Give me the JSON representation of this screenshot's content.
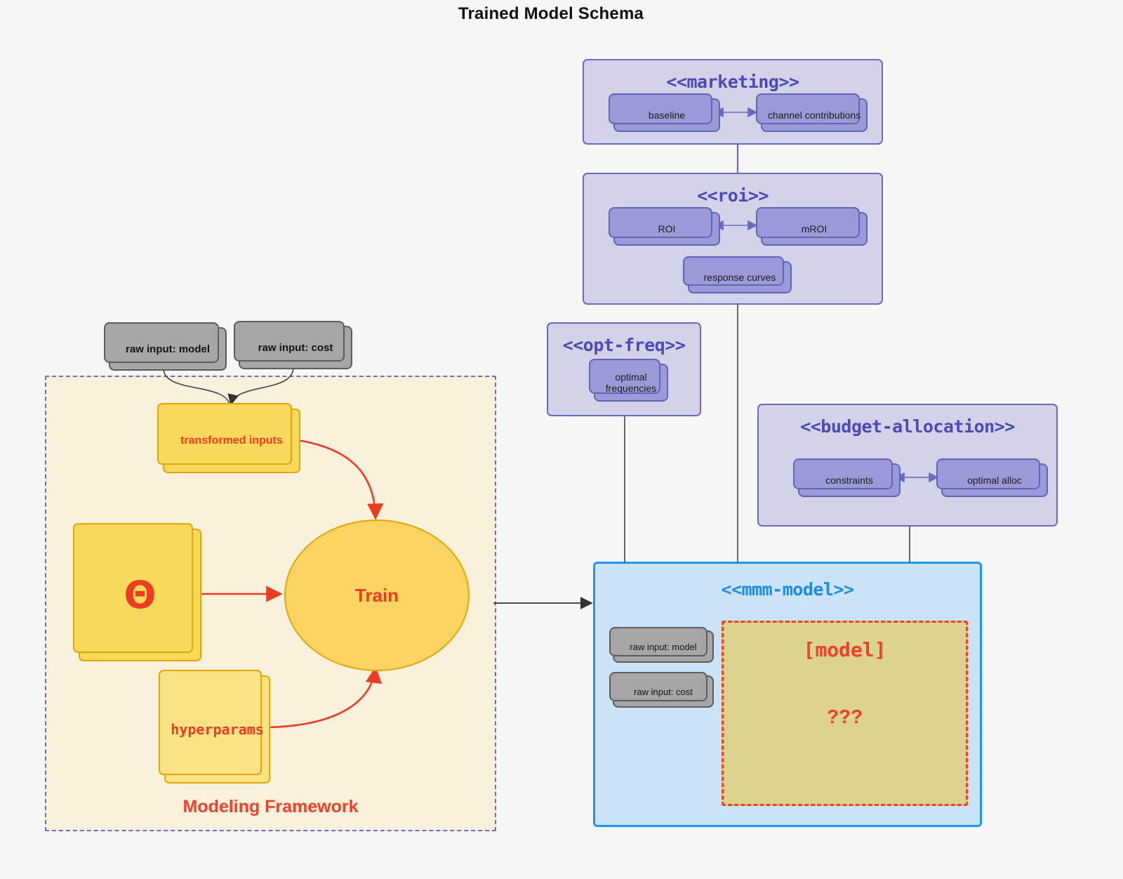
{
  "title": "Trained Model Schema",
  "colors": {
    "background": "#f7f7f7",
    "package_fill": "#d2d2e8",
    "package_border": "#6a6ac0",
    "package_title": "#4a4ab8",
    "node_purple_fill": "#9a9ad8",
    "node_purple_border": "#6363b8",
    "node_gray_fill": "#a6a6a6",
    "node_gray_border": "#5d5d5d",
    "framework_fill": "#faf1dc",
    "framework_border": "#6a6ac0",
    "node_yellow_fill": "#f9d95b",
    "node_yellow_light_fill": "#fbe285",
    "node_yellow_border": "#e2a800",
    "accent_red": "#f4402a",
    "mmm_fill": "#cbe3f7",
    "mmm_border": "#1e97f0",
    "mmm_title": "#1e8bea",
    "placeholder_fill": "#ddd490",
    "placeholder_border": "#f4402a"
  },
  "packages": {
    "marketing": {
      "title": "<<marketing>>",
      "nodes": [
        {
          "label": "baseline"
        },
        {
          "label": "channel contributions"
        }
      ]
    },
    "roi": {
      "title": "<<roi>>",
      "nodes": [
        {
          "label": "ROI"
        },
        {
          "label": "mROI"
        },
        {
          "label": "response curves"
        }
      ]
    },
    "opt_freq": {
      "title": "<<opt-freq>>",
      "nodes": [
        {
          "label": "optimal frequencies"
        }
      ]
    },
    "budget_allocation": {
      "title": "<<budget-allocation>>",
      "nodes": [
        {
          "label": "constraints"
        },
        {
          "label": "optimal alloc"
        }
      ]
    },
    "mmm_model": {
      "title": "<<mmm-model>>",
      "inputs": [
        {
          "label": "raw input: model"
        },
        {
          "label": "raw input: cost"
        }
      ],
      "placeholder": {
        "name": "[model]",
        "body": "???"
      }
    }
  },
  "modeling_framework": {
    "label": "Modeling Framework",
    "raw_inputs": [
      {
        "label": "raw input: model"
      },
      {
        "label": "raw input: cost"
      }
    ],
    "transformed_inputs": "transformed inputs",
    "theta": "Θ",
    "hyperparams": "hyperparams",
    "train": "Train"
  }
}
